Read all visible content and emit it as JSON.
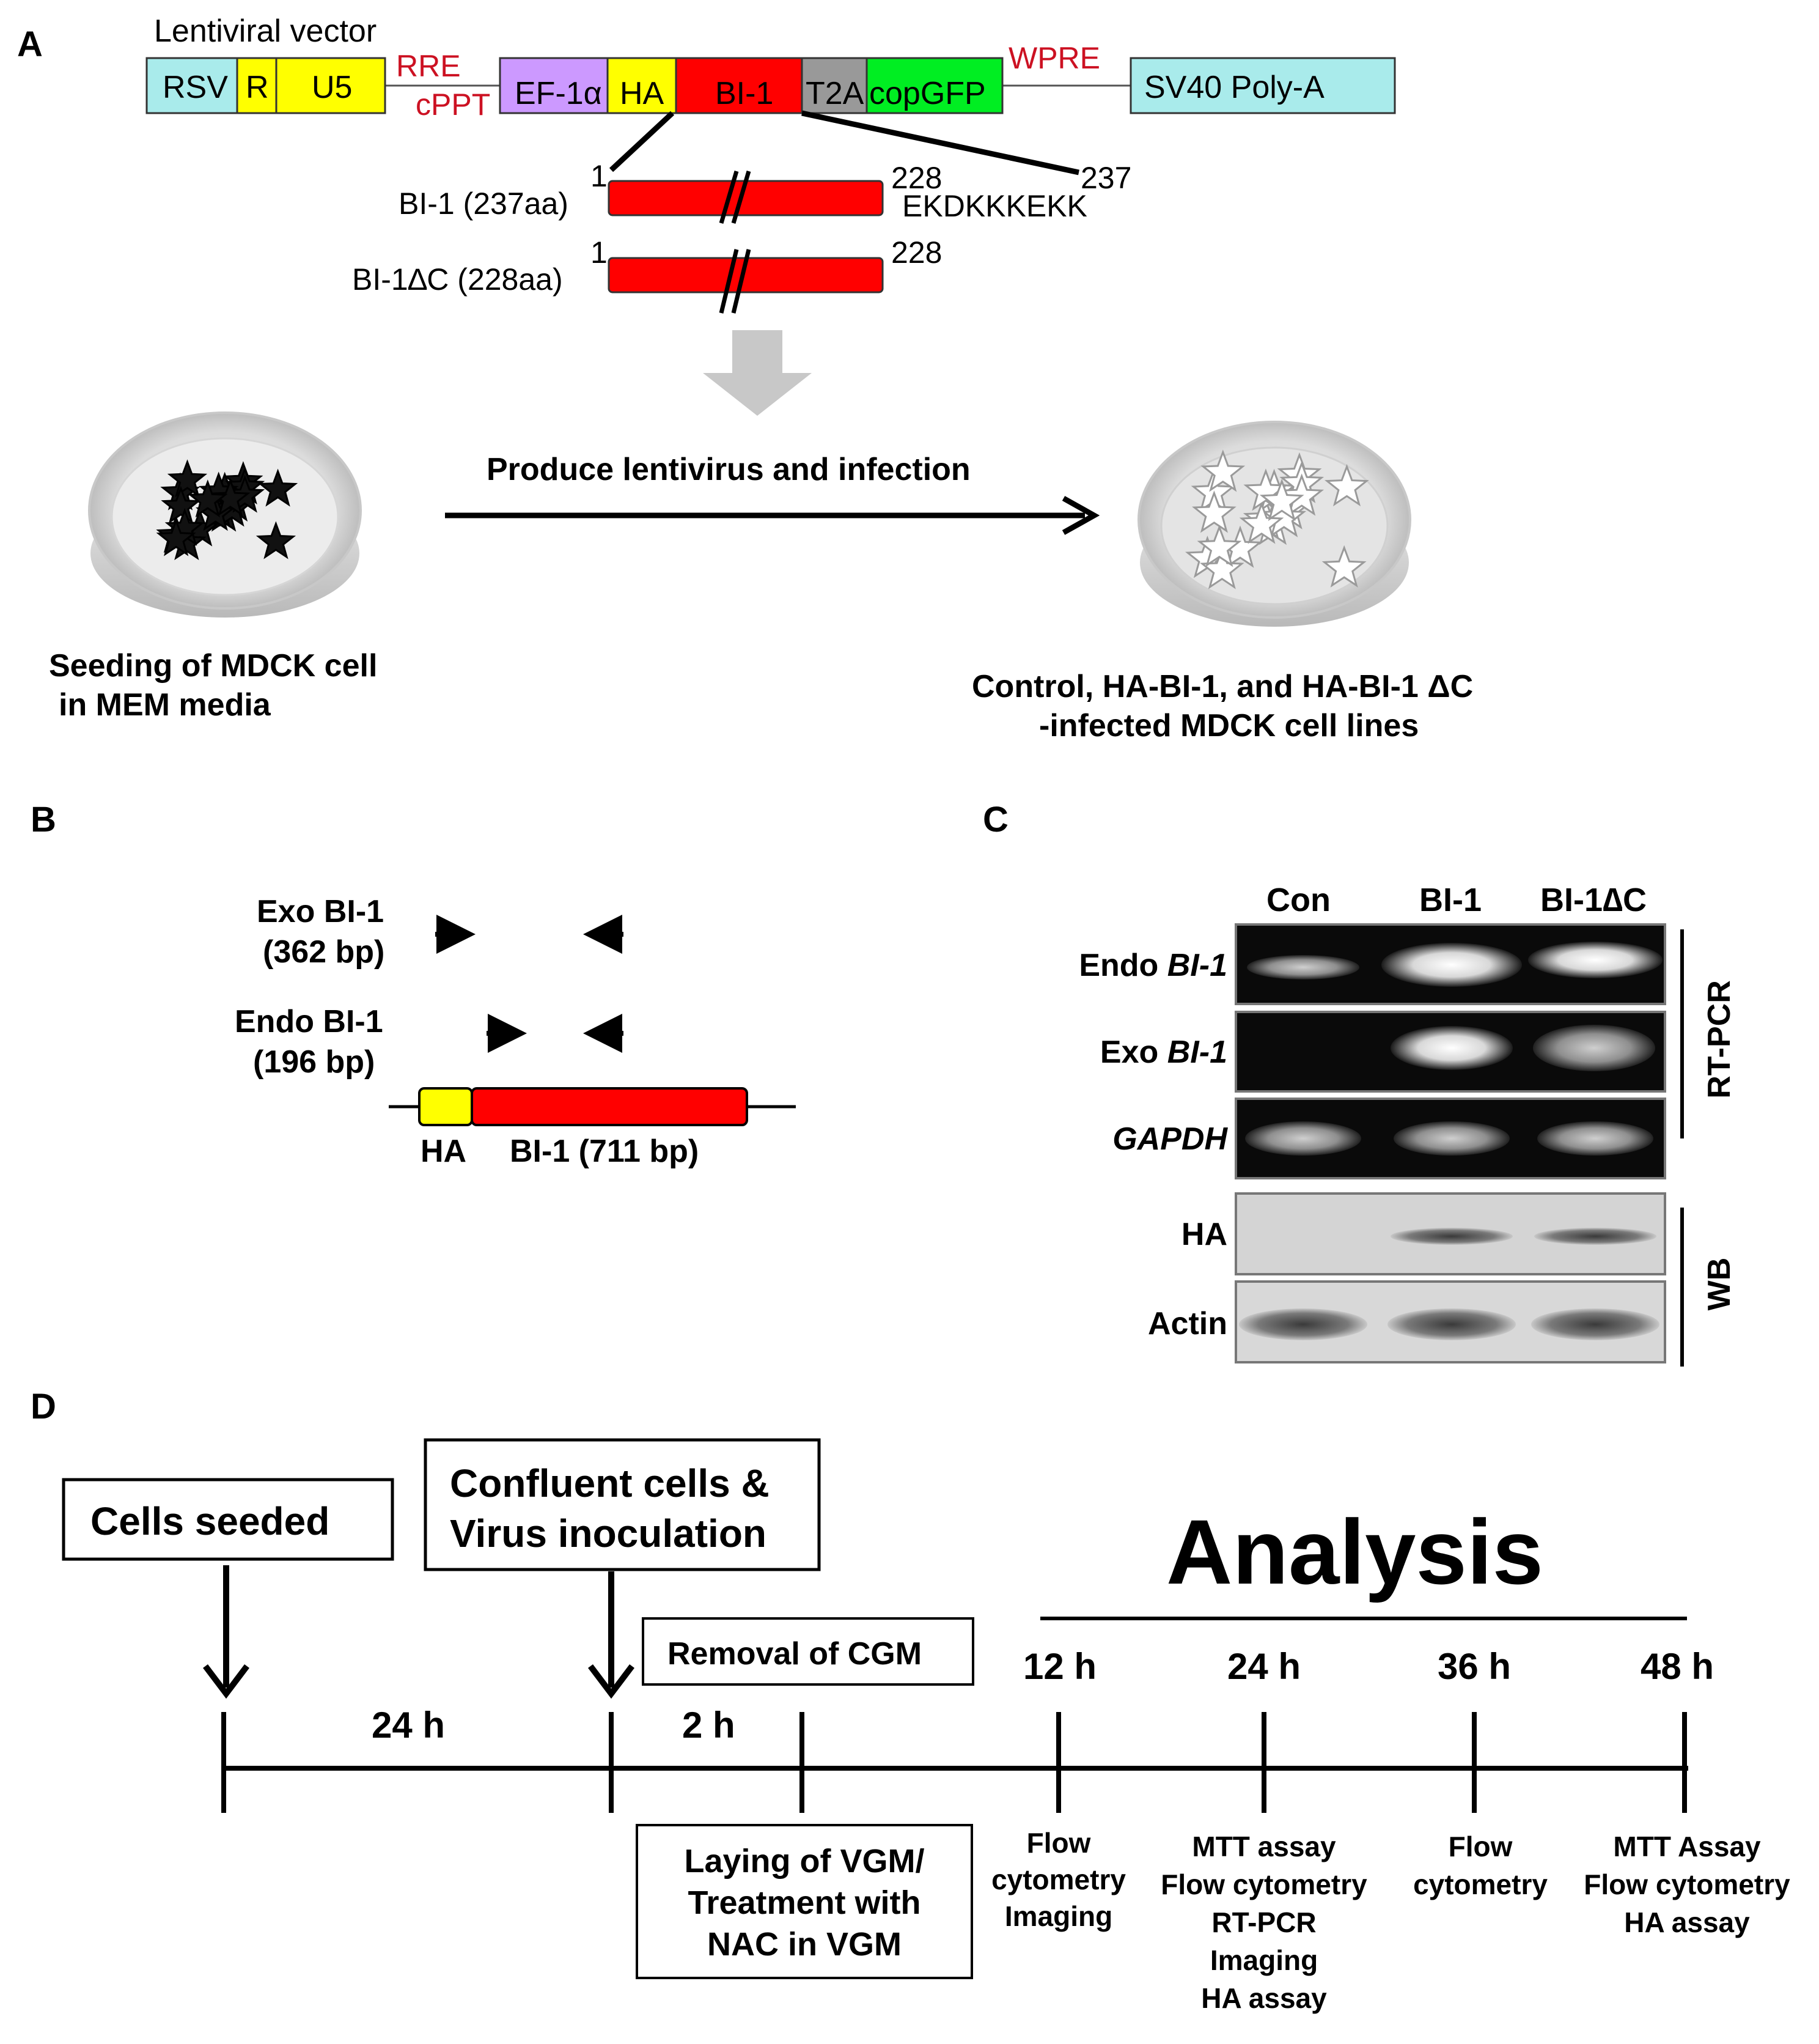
{
  "panel_a": {
    "letter": "A",
    "vector_title": "Lentiviral vector",
    "segments": {
      "rsv": "RSV",
      "r": "R",
      "u5": "U5",
      "ef1a": "EF-1α",
      "ha": "HA",
      "bi1": "BI-1",
      "t2a": "T2A",
      "copgfp": "copGFP",
      "sv40": "SV40 Poly-A"
    },
    "labels": {
      "rre": "RRE",
      "cppt": "cPPT",
      "wpre": "WPRE"
    },
    "colors": {
      "cyan": "#a9ebeb",
      "yellow": "#ffff00",
      "purple": "#cc99ff",
      "red": "#ff0000",
      "gray": "#999999",
      "green": "#00ee22",
      "label_red": "#cc1122",
      "arrow_gray": "#c8c8c8"
    },
    "constructs": [
      {
        "label": "BI-1 (237aa)",
        "start": "1",
        "mid": "228",
        "end": "237",
        "tail": "EKDKKKEKK"
      },
      {
        "label": "BI-1∆C (228aa)",
        "start": "1",
        "end": "228"
      }
    ],
    "process_label": "Produce lentivirus and infection",
    "left_caption": [
      "Seeding of MDCK cell",
      "in MEM media"
    ],
    "right_caption": [
      "Control, HA-BI-1, and HA-BI-1 ΔC",
      "-infected MDCK cell lines"
    ]
  },
  "panel_b": {
    "letter": "B",
    "exo_label": [
      "Exo BI-1",
      "(362 bp)"
    ],
    "endo_label": [
      "Endo BI-1",
      "(196 bp)"
    ],
    "ha_label": "HA",
    "bi1_label": "BI-1 (711 bp)"
  },
  "panel_c": {
    "letter": "C",
    "lanes": [
      "Con",
      "BI-1",
      "BI-1∆C"
    ],
    "rows": [
      {
        "label_pre": "Endo ",
        "label_ital": "BI-1"
      },
      {
        "label_pre": "Exo ",
        "label_ital": "BI-1"
      },
      {
        "label_pre": "",
        "label_ital": "GAPDH"
      },
      {
        "label_pre": "HA",
        "label_ital": ""
      },
      {
        "label_pre": "Actin",
        "label_ital": ""
      }
    ],
    "group_rt": "RT-PCR",
    "group_wb": "WB"
  },
  "panel_d": {
    "letter": "D",
    "box_seeded": "Cells seeded",
    "box_confluent": [
      "Confluent cells &",
      "Virus inoculation"
    ],
    "box_removal": "Removal of CGM",
    "box_laying": [
      "Laying  of VGM/",
      "Treatment  with",
      "NAC in VGM"
    ],
    "analysis": "Analysis",
    "durations": [
      "24 h",
      "2 h"
    ],
    "timepoints": [
      "12 h",
      "24 h",
      "36 h",
      "48 h"
    ],
    "notes_12": [
      "Flow",
      "cytometry",
      "Imaging"
    ],
    "notes_24": [
      "MTT assay",
      "Flow  cytometry",
      "RT-PCR",
      "Imaging",
      "HA assay"
    ],
    "notes_36": [
      "Flow",
      "cytometry"
    ],
    "notes_48": [
      "MTT Assay",
      "Flow cytometry",
      "HA assay"
    ]
  }
}
